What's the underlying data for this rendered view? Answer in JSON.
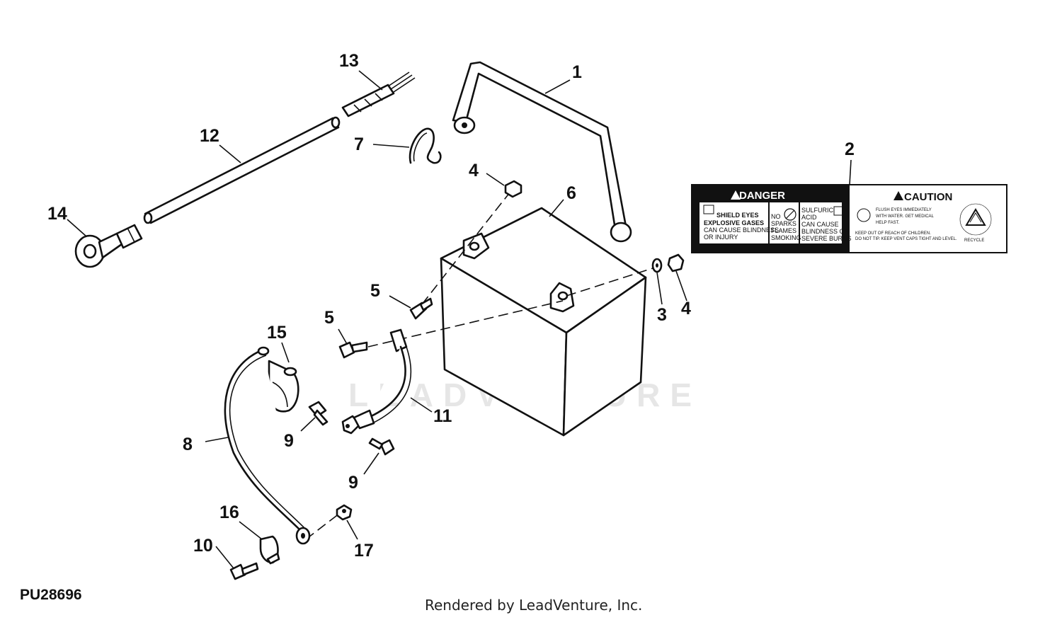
{
  "callouts": {
    "c1": "1",
    "c2": "2",
    "c3": "3",
    "c4a": "4",
    "c4b": "4",
    "c5a": "5",
    "c5b": "5",
    "c6": "6",
    "c7": "7",
    "c8": "8",
    "c9a": "9",
    "c9b": "9",
    "c10": "10",
    "c11": "11",
    "c12": "12",
    "c13": "13",
    "c14": "14",
    "c15": "15",
    "c16": "16",
    "c17": "17"
  },
  "label": {
    "danger_title": "DANGER",
    "danger_shield_1": "SHIELD EYES",
    "danger_shield_2": "EXPLOSIVE GASES",
    "danger_shield_3": "CAN CAUSE BLINDNESS",
    "danger_shield_4": "OR INJURY",
    "danger_no_1": "NO",
    "danger_no_2": "SPARKS",
    "danger_no_3": "FLAMES",
    "danger_no_4": "SMOKING",
    "danger_acid_1": "SULFURIC",
    "danger_acid_2": "ACID",
    "danger_acid_3": "CAN CAUSE",
    "danger_acid_4": "BLINDNESS OR",
    "danger_acid_5": "SEVERE BURNS",
    "caution_title": "CAUTION",
    "caution_1": "FLUSH EYES IMMEDIATELY",
    "caution_2": "WITH WATER. GET MEDICAL",
    "caution_3": "HELP FAST.",
    "caution_4": "KEEP OUT OF REACH OF CHILDREN.",
    "caution_5": "DO NOT TIP. KEEP VENT CAPS TIGHT AND LEVEL.",
    "recycle": "RECYCLE"
  },
  "watermark": "LEADVENTURE",
  "figure_id": "PU28696",
  "credit": "Rendered by LeadVenture, Inc."
}
